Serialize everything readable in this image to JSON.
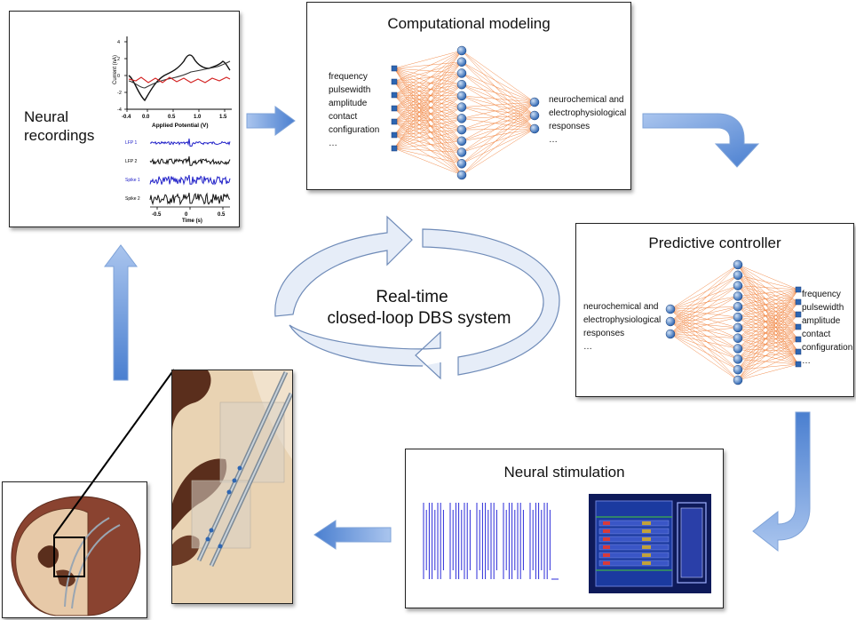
{
  "colors": {
    "arrow_blue": "#5b8ed6",
    "edge_orange": "#f07a30",
    "node_blue": "#2e66b2",
    "cycle_fill": "#e8eef7",
    "cycle_stroke": "#6f8bb8",
    "raster_blue": "#2b2bd8"
  },
  "recordings": {
    "title_line1": "Neural",
    "title_line2": "recordings",
    "fscv": {
      "ylabel": "Current (nA)",
      "xlabel": "Applied Potential (V)",
      "xticks": [
        "-0.4",
        "0.0",
        "0.5",
        "1.0",
        "1.5"
      ],
      "yticks": [
        "4",
        "2",
        "0",
        "-2",
        "-4"
      ]
    },
    "traces": {
      "labels": [
        "LFP 1",
        "LFP 2",
        "Spike 1",
        "Spike 2"
      ],
      "xticks": [
        "-0.5",
        "0",
        "0.5"
      ],
      "xlabel": "Time (s)"
    }
  },
  "modeling": {
    "title": "Computational modeling",
    "inputs": [
      "frequency",
      "pulsewidth",
      "amplitude",
      "contact",
      "configuration",
      "…"
    ],
    "outputs": [
      "neurochemical and",
      "electrophysiological",
      "responses",
      "…"
    ]
  },
  "controller": {
    "title": "Predictive controller",
    "inputs": [
      "neurochemical and",
      "electrophysiological",
      "responses",
      "…"
    ],
    "outputs": [
      "frequency",
      "pulsewidth",
      "amplitude",
      "contact",
      "configuration",
      "…"
    ]
  },
  "center": {
    "line1": "Real-time",
    "line2": "closed-loop DBS system"
  },
  "stimulation": {
    "title": "Neural stimulation"
  }
}
